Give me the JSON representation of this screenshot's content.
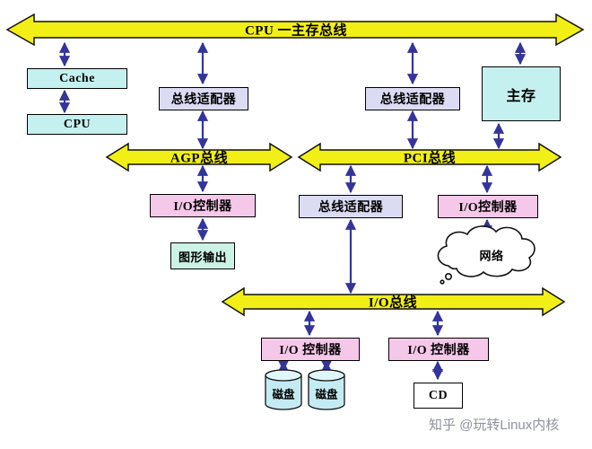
{
  "colors": {
    "bus_fill": "#F2EF16",
    "bus_stroke": "#111111",
    "arrow": "#34349B",
    "box_cyan": "#C4F1EF",
    "box_lavender": "#DBDBF4",
    "box_pink": "#F5C7E9",
    "box_teal": "#CCF2E6",
    "disk_fill": "#C4EBF3",
    "disk_top": "#DFF6FA",
    "box_border": "#000000",
    "watermark": "#8E939B"
  },
  "buses": {
    "cpu_mem": "CPU 一主存总线",
    "agp": "AGP总线",
    "pci": "PCI总线",
    "io": "I/O总线"
  },
  "nodes": {
    "cache": "Cache",
    "cpu": "CPU",
    "bus_adapter_left": "总线适配器",
    "bus_adapter_right": "总线适配器",
    "main_memory": "主存",
    "io_controller_agp": "I/O控制器",
    "graphics_output": "图形输出",
    "bus_adapter_pci": "总线适配器",
    "io_controller_net": "I/O控制器",
    "network": "网络",
    "io_controller_disk": "I/O 控制器",
    "io_controller_cd": "I/O 控制器",
    "disk_left": "磁盘",
    "disk_right": "磁盘",
    "cd": "CD"
  },
  "watermark": "知乎 @玩转Linux内核"
}
